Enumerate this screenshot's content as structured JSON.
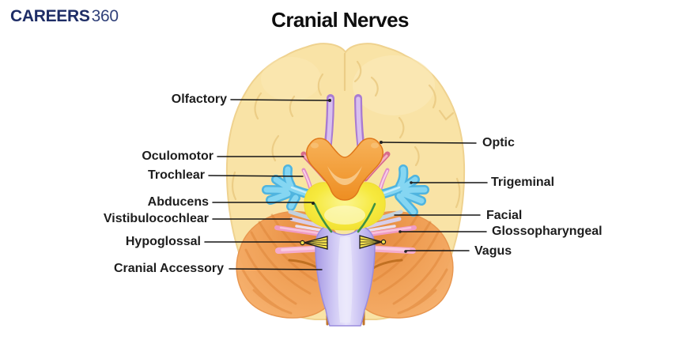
{
  "brand": {
    "bold": "CAREERS",
    "light": "360"
  },
  "title": "Cranial Nerves",
  "labels": {
    "left": [
      {
        "id": "olfactory",
        "text": "Olfactory"
      },
      {
        "id": "oculomotor",
        "text": "Oculomotor"
      },
      {
        "id": "trochlear",
        "text": "Trochlear"
      },
      {
        "id": "abducens",
        "text": "Abducens"
      },
      {
        "id": "vistibulocochlear",
        "text": "Vistibulocochlear"
      },
      {
        "id": "hypoglossal",
        "text": "Hypoglossal"
      },
      {
        "id": "cranial_accessory",
        "text": "Cranial Accessory"
      }
    ],
    "right": [
      {
        "id": "optic",
        "text": "Optic"
      },
      {
        "id": "trigeminal",
        "text": "Trigeminal"
      },
      {
        "id": "facial",
        "text": "Facial"
      },
      {
        "id": "glossopharyngeal",
        "text": "Glossopharyngeal"
      },
      {
        "id": "vagus",
        "text": "Vagus"
      }
    ]
  },
  "colors": {
    "background": "#FFFFFF",
    "brand_navy": "#1E2D66",
    "title_black": "#0E0E0E",
    "leader_line": "#151515",
    "cerebrum": "#F9E3A6",
    "cerebellum": "#F2A65F",
    "pons": "#F6E93E",
    "brainstem": "#CFC8F4",
    "olfactory_nerve": "#A97BD2",
    "optic_chiasm": "#F09B3B",
    "oculomotor_nerve": "#D86C8C",
    "trochlear_nerve": "#E08CC6",
    "trigeminal_nerve": "#85D6F2",
    "abducens_nerve": "#3E9143",
    "facial_nerve": "#C4D2DD",
    "vestibulocochlear_nerve": "#D8CEEA",
    "glossopharyngeal_nerve": "#F09BC3",
    "vagus_nerve": "#F4ACCC",
    "hypoglossal_nerve": "#F6E14C",
    "accessory_nerve": "#BE6E20"
  }
}
